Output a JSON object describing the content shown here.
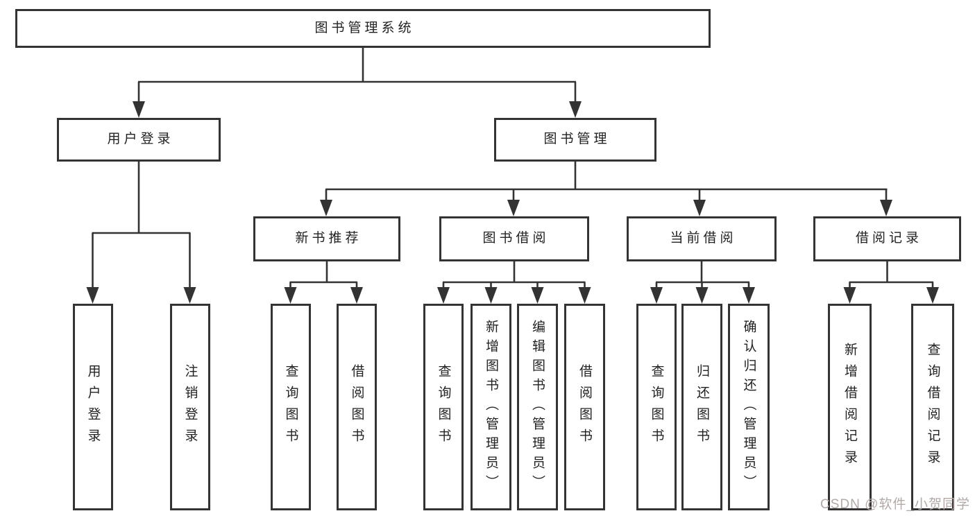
{
  "diagram": {
    "title": "图书管理系统",
    "nodes": {
      "root": {
        "label": "图书管理系统"
      },
      "level2": [
        {
          "label": "用户登录",
          "parent": "图书管理系统"
        },
        {
          "label": "图书管理",
          "parent": "图书管理系统"
        }
      ],
      "level3": [
        {
          "label": "新书推荐",
          "parent": "图书管理"
        },
        {
          "label": "图书借阅",
          "parent": "图书管理"
        },
        {
          "label": "当前借阅",
          "parent": "图书管理"
        },
        {
          "label": "借阅记录",
          "parent": "图书管理"
        }
      ],
      "leaves": [
        {
          "label": "用户登录",
          "parent": "用户登录"
        },
        {
          "label": "注销登录",
          "parent": "用户登录"
        },
        {
          "label": "查询图书",
          "parent": "新书推荐"
        },
        {
          "label": "借阅图书",
          "parent": "新书推荐"
        },
        {
          "label": "查询图书",
          "parent": "图书借阅"
        },
        {
          "label": "新增图书（管理员）",
          "parent": "图书借阅"
        },
        {
          "label": "编辑图书（管理员）",
          "parent": "图书借阅"
        },
        {
          "label": "借阅图书",
          "parent": "图书借阅"
        },
        {
          "label": "查询图书",
          "parent": "当前借阅"
        },
        {
          "label": "归还图书",
          "parent": "当前借阅"
        },
        {
          "label": "确认归还（管理员）",
          "parent": "当前借阅"
        },
        {
          "label": "新增借阅记录",
          "parent": "借阅记录"
        },
        {
          "label": "查询借阅记录",
          "parent": "借阅记录"
        }
      ]
    }
  },
  "watermark": {
    "text": "CSDN @软件_小贺同学"
  },
  "colors": {
    "line": "#333333",
    "box_border": "#333333",
    "text": "#222222",
    "background": "#ffffff",
    "watermark": "#b2a9a7"
  }
}
